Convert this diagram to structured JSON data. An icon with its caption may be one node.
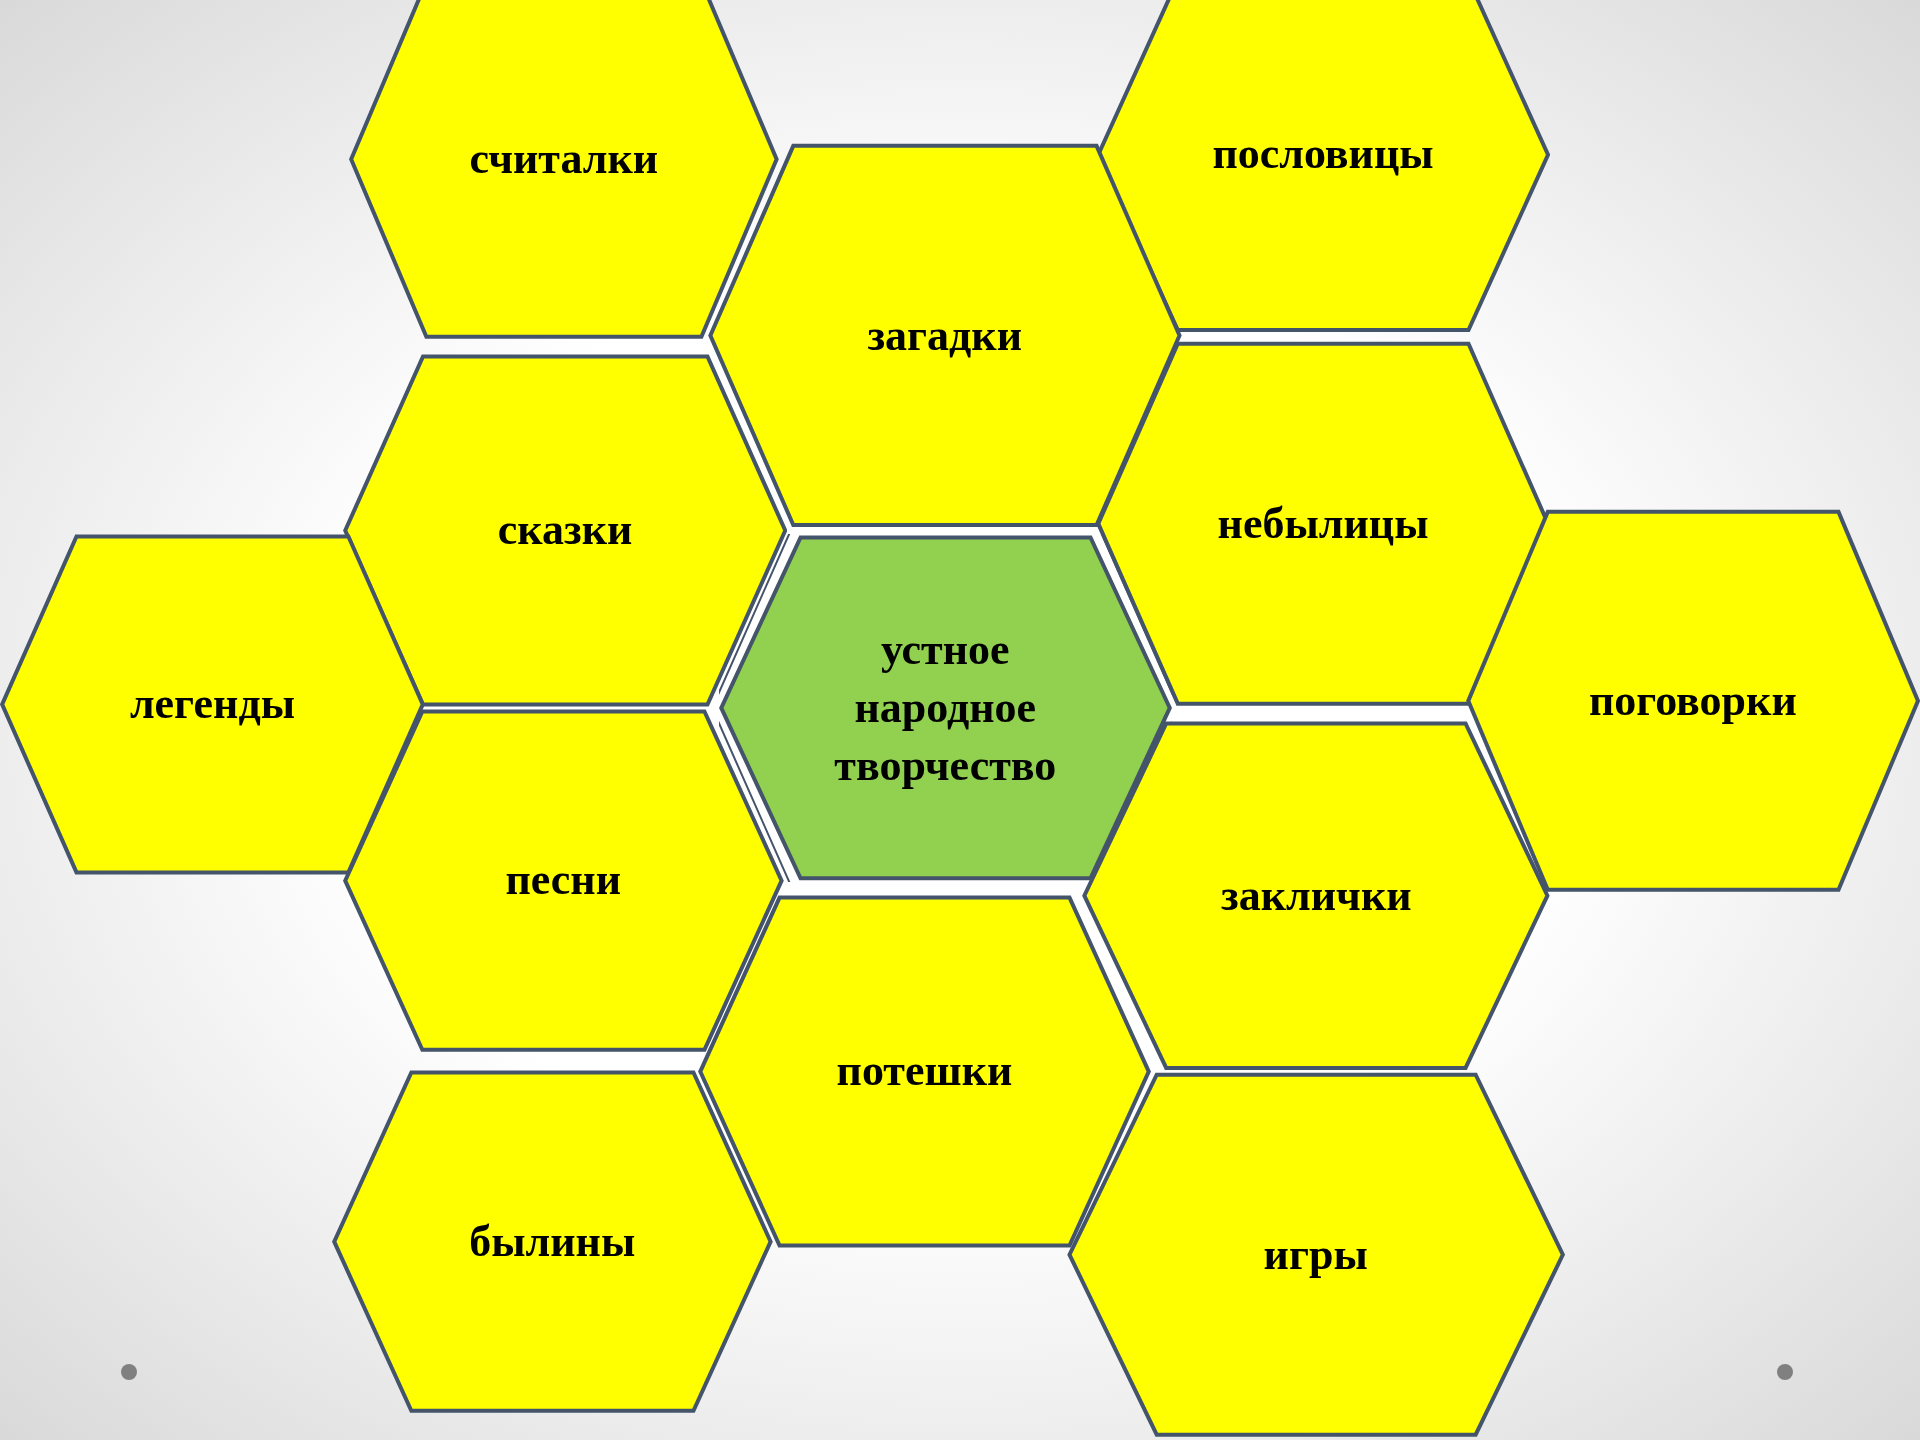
{
  "diagram": {
    "nodes": [
      {
        "text": [
          "считалки"
        ]
      },
      {
        "text": [
          "пословицы"
        ]
      },
      {
        "text": [
          "загадки"
        ]
      },
      {
        "text": [
          "сказки"
        ]
      },
      {
        "text": [
          "небылицы"
        ]
      },
      {
        "text": [
          "легенды"
        ]
      },
      {
        "text": [
          "устное народное творчество"
        ]
      },
      {
        "text": [
          "поговорки"
        ]
      },
      {
        "text": [
          "песни"
        ]
      },
      {
        "text": [
          "заклички"
        ]
      },
      {
        "text": [
          "потешки"
        ]
      },
      {
        "text": [
          "былины"
        ]
      },
      {
        "text": [
          "игры"
        ]
      }
    ]
  }
}
